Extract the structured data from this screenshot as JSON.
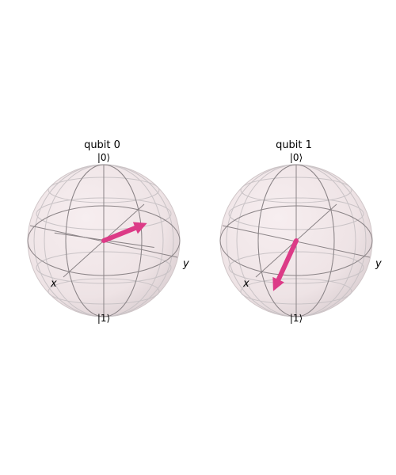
{
  "figure": {
    "spheres": [
      {
        "title": "qubit 0",
        "ket_top": "|0⟩",
        "ket_bottom": "|1⟩",
        "axis_x_label": "x",
        "axis_y_label": "y",
        "state_vector": {
          "x": 0.0,
          "y": 0.6,
          "z": 0.35
        }
      },
      {
        "title": "qubit 1",
        "ket_top": "|0⟩",
        "ket_bottom": "|1⟩",
        "axis_x_label": "x",
        "axis_y_label": "y",
        "state_vector": {
          "x": 0.55,
          "y": 0.0,
          "z": -0.4
        }
      }
    ],
    "colors": {
      "sphere_fill": "#f2e4e6",
      "sphere_shade": "#d9cdd0",
      "wireframe": "#8a8386",
      "vector": "#dc3b87"
    }
  }
}
